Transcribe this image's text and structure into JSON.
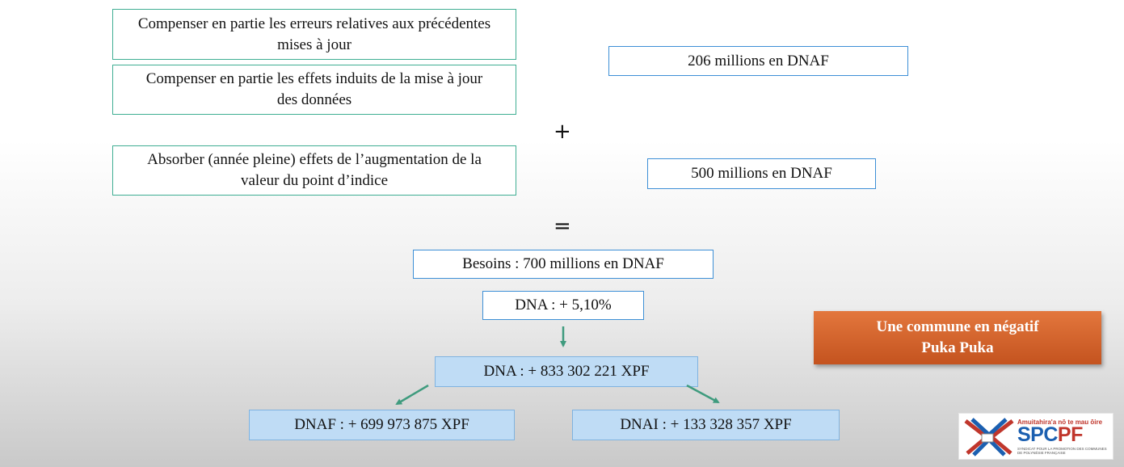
{
  "left_boxes": {
    "box1": "Compenser en partie les erreurs relatives aux précédentes mises à jour",
    "box2": "Compenser en partie les effets induits de la mise à jour des données",
    "box3": "Absorber (année pleine) effets de l’augmentation de la valeur du point d’indice"
  },
  "right_boxes": {
    "amount1": "206 millions en DNAF",
    "amount2": "500 millions en DNAF"
  },
  "operators": {
    "plus": "+",
    "equals": "="
  },
  "result": {
    "besoins": "Besoins : 700 millions en DNAF",
    "dna_pct": "DNA : + 5,10%",
    "dna_total": "DNA : + 833 302 221 XPF",
    "dnaf": "DNAF : + 699 973 875 XPF",
    "dnai": "DNAI : + 133 328 357 XPF"
  },
  "callout": {
    "line1": "Une commune en négatif",
    "line2": "Puka Puka"
  },
  "logo": {
    "tagline": "Amuitahira'a nō te mau ōire",
    "brand_part1": "SPC",
    "brand_part2": "PF",
    "subtitle": "SYNDICAT POUR LA PROMOTION DES COMMUNES DE POLYNÉSIE FRANÇAISE"
  },
  "colors": {
    "teal_border": "#3fae93",
    "blue_border": "#3d8fd6",
    "light_blue_fill": "#bfdcf5",
    "arrow_green": "#3f9b7e",
    "callout_orange": "#d4622a"
  }
}
